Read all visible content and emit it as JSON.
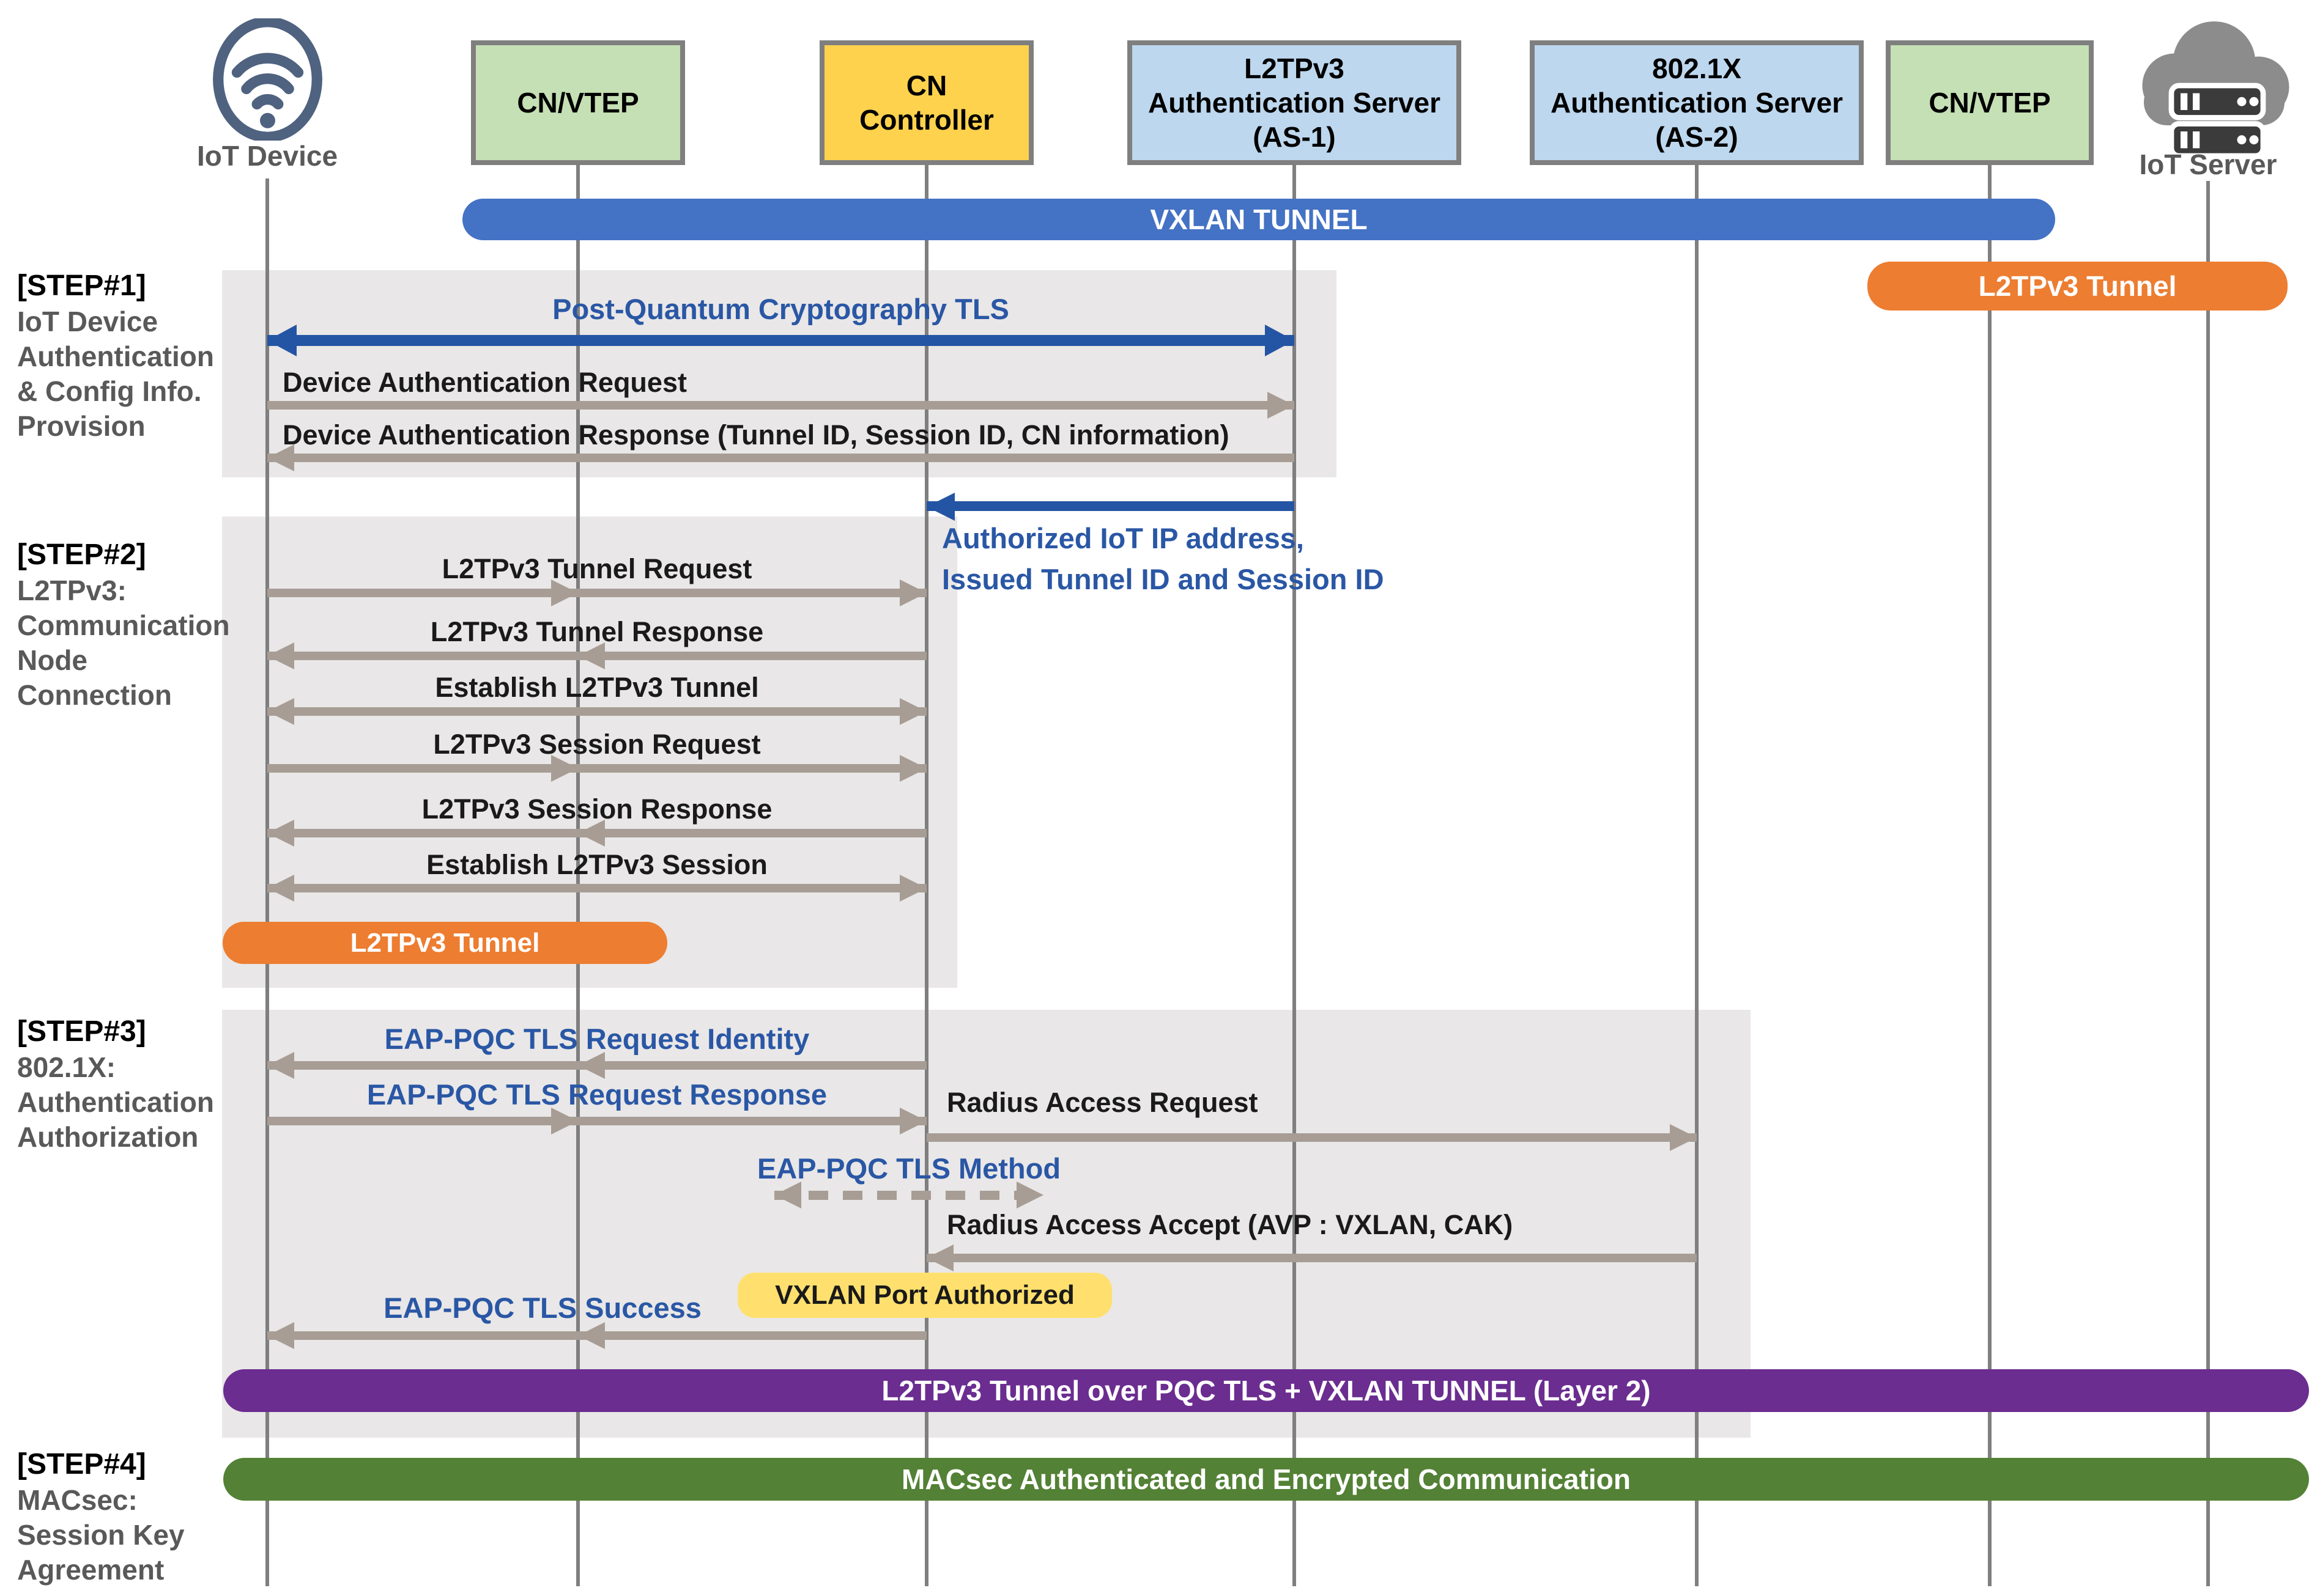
{
  "actors": [
    {
      "id": "iot-device",
      "lines": [
        "IoT Device"
      ],
      "icon": "wifi-device-icon"
    },
    {
      "id": "cn-vtep-left",
      "lines": [
        "CN/VTEP"
      ]
    },
    {
      "id": "cn-controller",
      "lines": [
        "CN",
        "Controller"
      ]
    },
    {
      "id": "as1",
      "lines": [
        "L2TPv3",
        "Authentication Server",
        "(AS-1)"
      ]
    },
    {
      "id": "as2",
      "lines": [
        "802.1X",
        "Authentication Server",
        "(AS-2)"
      ]
    },
    {
      "id": "cn-vtep-right",
      "lines": [
        "CN/VTEP"
      ]
    },
    {
      "id": "iot-server",
      "lines": [
        "IoT Server"
      ],
      "icon": "cloud-server-icon"
    }
  ],
  "steps": [
    {
      "tag": "[STEP#1]",
      "lines": [
        "IoT Device",
        "Authentication",
        "& Config Info.",
        "Provision"
      ]
    },
    {
      "tag": "[STEP#2]",
      "lines": [
        "L2TPv3:",
        "Communication",
        "Node",
        "Connection"
      ]
    },
    {
      "tag": "[STEP#3]",
      "lines": [
        "802.1X:",
        "Authentication",
        "Authorization"
      ]
    },
    {
      "tag": "[STEP#4]",
      "lines": [
        "MACsec:",
        "Session Key",
        "Agreement"
      ]
    }
  ],
  "bars": {
    "vxlan_tunnel": "VXLAN TUNNEL",
    "l2tpv3_tunnel_right": "L2TPv3 Tunnel",
    "l2tpv3_tunnel_left": "L2TPv3 Tunnel",
    "vxlan_port_authorized": "VXLAN Port Authorized",
    "pqc_vxlan_layer2": "L2TPv3 Tunnel over PQC TLS + VXLAN TUNNEL (Layer 2)",
    "macsec": "MACsec Authenticated and Encrypted Communication"
  },
  "messages": {
    "pqc_tls": "Post-Quantum Cryptography TLS",
    "dev_auth_req": "Device Authentication Request",
    "dev_auth_resp": "Device Authentication Response (Tunnel ID, Session ID, CN information)",
    "authorized_lines": [
      "Authorized IoT IP address,",
      "Issued Tunnel ID and Session ID"
    ],
    "step2": [
      "L2TPv3 Tunnel Request",
      "L2TPv3 Tunnel Response",
      "Establish L2TPv3 Tunnel",
      "L2TPv3 Session Request",
      "L2TPv3 Session Response",
      "Establish L2TPv3 Session"
    ],
    "eap_req_identity": "EAP-PQC TLS Request Identity",
    "eap_req_response": "EAP-PQC TLS Request Response",
    "radius_access_request": "Radius Access Request",
    "eap_tls_method": "EAP-PQC TLS Method",
    "radius_access_accept": "Radius Access Accept (AVP : VXLAN, CAK)",
    "eap_tls_success": "EAP-PQC TLS Success"
  },
  "colors": {
    "vxlan_bar": "#4472C4",
    "orange_bar": "#ED7D31",
    "purple_bar": "#6B2D90",
    "green_bar": "#538135",
    "yellow_highlight": "#FFE06E",
    "actor_green": "#C5E0B4",
    "actor_yellow": "#FFD24D",
    "actor_blue": "#BDD7EE",
    "panel_gray": "#E9E7E7",
    "arrow_gray": "#A79D95",
    "arrow_blue": "#2455A4",
    "lifeline_gray": "#7F7F7F",
    "step_text_gray": "#595959"
  }
}
